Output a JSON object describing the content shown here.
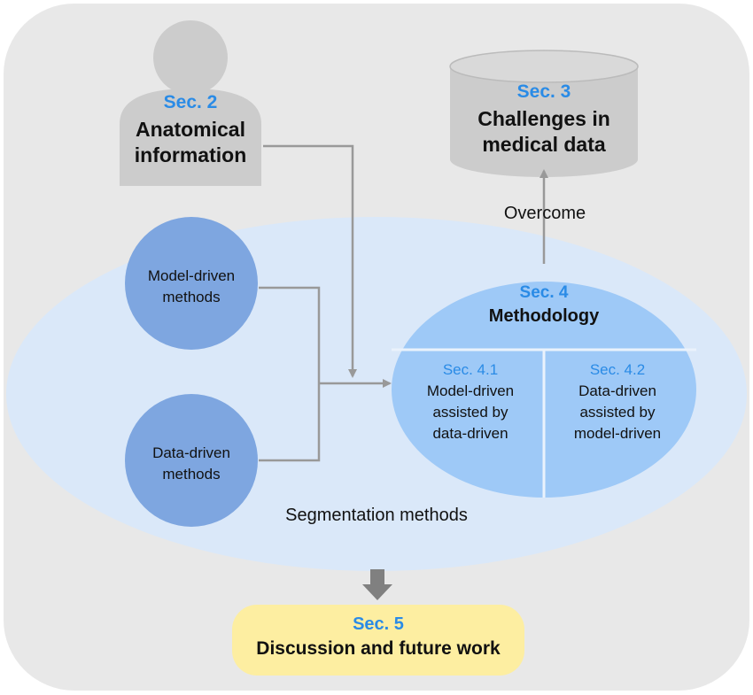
{
  "anatomy": {
    "sec": "Sec. 2",
    "title_line1": "Anatomical",
    "title_line2": "information"
  },
  "challenges": {
    "sec": "Sec. 3",
    "title_line1": "Challenges in",
    "title_line2": "medical data"
  },
  "overcome_label": "Overcome",
  "model_driven": {
    "line1": "Model-driven",
    "line2": "methods"
  },
  "data_driven": {
    "line1": "Data-driven",
    "line2": "methods"
  },
  "methodology": {
    "sec": "Sec. 4",
    "title": "Methodology",
    "left": {
      "sec": "Sec. 4.1",
      "line1": "Model-driven",
      "line2": "assisted by",
      "line3": "data-driven"
    },
    "right": {
      "sec": "Sec. 4.2",
      "line1": "Data-driven",
      "line2": "assisted by",
      "line3": "model-driven"
    }
  },
  "segmentation_label": "Segmentation methods",
  "discussion": {
    "sec": "Sec. 5",
    "title": "Discussion and future work"
  },
  "colors": {
    "panel": "#e8e8e8",
    "big_ellipse": "#dae8f9",
    "method_circle": "#7ea6e0",
    "methodology_fill": "#9ec9f7",
    "person_and_db": "#cccccc",
    "discussion_box": "#fdeea1",
    "arrow": "#999999",
    "accent_text": "#2a8be6"
  }
}
